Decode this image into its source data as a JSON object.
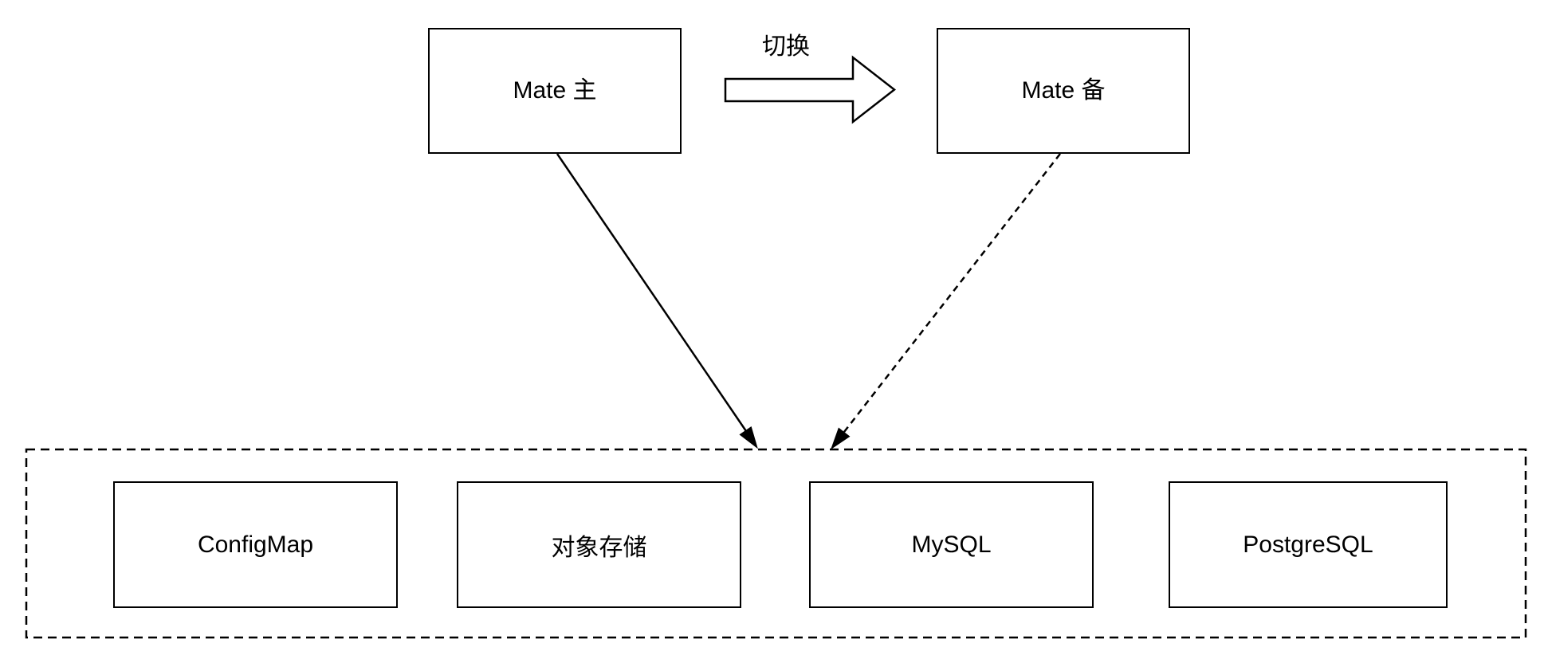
{
  "diagram": {
    "colors": {
      "background": "#ffffff",
      "stroke": "#000000",
      "node_fill": "#ffffff",
      "text": "#000000"
    },
    "nodes": {
      "mate_primary": {
        "label": "Mate 主"
      },
      "mate_backup": {
        "label": "Mate 备"
      }
    },
    "switch_edge": {
      "label": "切换",
      "shape": "block-arrow",
      "from": "mate-primary",
      "to": "mate-backup"
    },
    "edges": [
      {
        "from": "mate-primary",
        "to": "shared-group",
        "line": "solid",
        "arrow": "filled"
      },
      {
        "from": "mate-backup",
        "to": "shared-group",
        "line": "dashed",
        "arrow": "filled"
      }
    ],
    "shared_group": {
      "border_style": "dashed",
      "items": [
        {
          "label": "ConfigMap"
        },
        {
          "label": "对象存储"
        },
        {
          "label": "MySQL"
        },
        {
          "label": "PostgreSQL"
        }
      ]
    }
  }
}
